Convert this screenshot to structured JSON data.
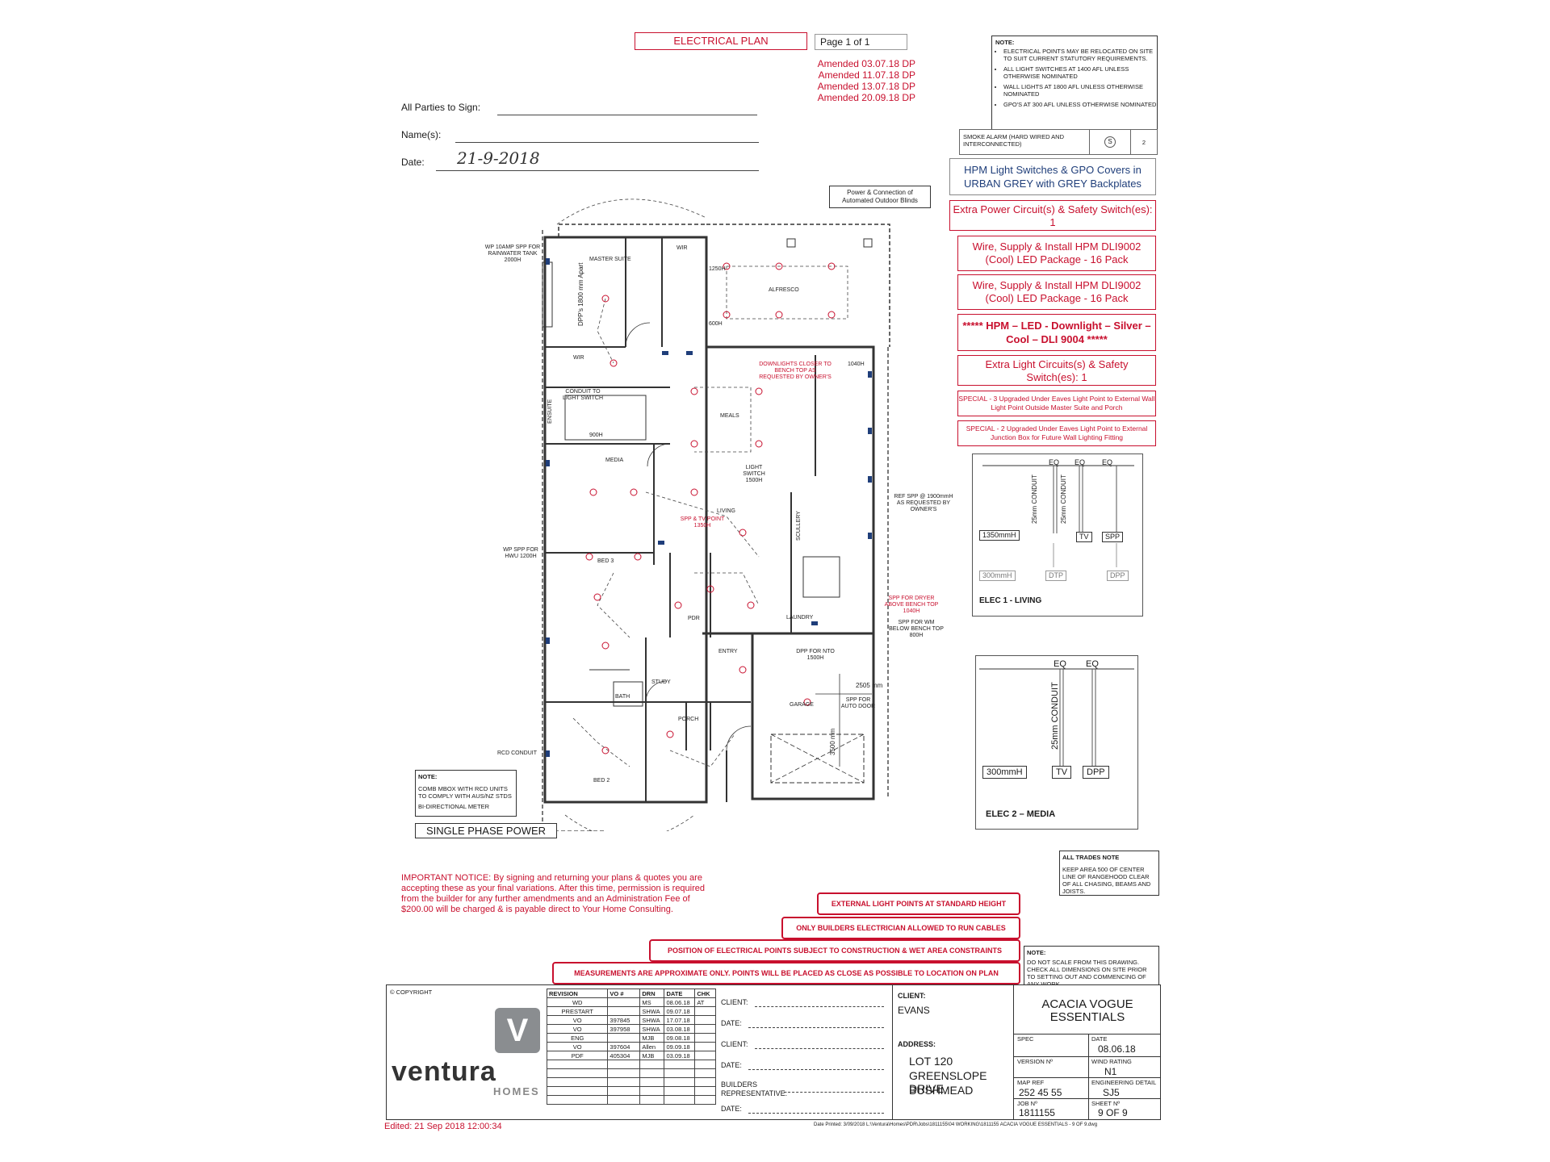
{
  "header": {
    "title": "ELECTRICAL PLAN",
    "page": "Page 1 of 1",
    "amendments": [
      "Amended 03.07.18 DP",
      "Amended 11.07.18 DP",
      "Amended 13.07.18 DP",
      "Amended 20.09.18 DP"
    ]
  },
  "sign": {
    "parties_label": "All Parties to Sign:",
    "names_label": "Name(s):",
    "date_label": "Date:",
    "date_value": "21-9-2018"
  },
  "top_note": {
    "heading": "NOTE:",
    "items": [
      "ELECTRICAL POINTS MAY BE RELOCATED ON SITE TO SUIT CURRENT STATUTORY REQUIREMENTS.",
      "ALL LIGHT SWITCHES AT 1400 AFL UNLESS OTHERWISE NOMINATED",
      "WALL LIGHTS AT 1800 AFL UNLESS OTHERWISE NOMINATED",
      "GPO'S AT 300 AFL UNLESS OTHERWISE NOMINATED"
    ],
    "smoke_alarm": "SMOKE ALARM (HARD WIRED AND INTERCONNECTED)",
    "smoke_symbol": "S",
    "smoke_count": "2"
  },
  "spec_boxes": [
    "HPM Light Switches & GPO Covers in URBAN GREY with GREY Backplates",
    "Extra Power Circuit(s) & Safety Switch(es): 1",
    "Wire, Supply & Install HPM DLI9002 (Cool) LED Package - 16 Pack",
    "Wire, Supply & Install HPM DLI9002 (Cool) LED Package - 16 Pack",
    "***** HPM – LED - Downlight – Silver – Cool – DLI 9004 *****",
    "Extra Light Circuits(s) & Safety Switch(es): 1",
    "SPECIAL - 3 Upgraded Under Eaves Light Point to External Wall Light Point Outside Master Suite and Porch",
    "SPECIAL - 2 Upgraded Under Eaves Light Point to External Junction Box for Future Wall Lighting Fitting"
  ],
  "elec1": {
    "eq": [
      "EQ",
      "EQ",
      "EQ"
    ],
    "conduit1": "25mm CONDUIT",
    "conduit2": "25mm CONDUIT",
    "h1": "1350mmH",
    "h2": "300mmH",
    "tv": "TV",
    "spp": "SPP",
    "dtp": "DTP",
    "dpp": "DPP",
    "title": "ELEC 1 - LIVING"
  },
  "elec2": {
    "eq": [
      "EQ",
      "EQ"
    ],
    "conduit": "25mm CONDUIT",
    "h": "300mmH",
    "tv": "TV",
    "dpp": "DPP",
    "title": "ELEC 2 – MEDIA"
  },
  "plan": {
    "rooms": {
      "master": "MASTER SUITE",
      "wir1": "WIR",
      "wir2": "WIR",
      "ensuite": "ENSUITE",
      "alfresco": "ALFRESCO",
      "meals": "MEALS",
      "media": "MEDIA",
      "living": "LIVING",
      "scullery": "SCULLERY",
      "bed3": "BED 3",
      "pdr": "PDR",
      "laundry": "LAUNDRY",
      "study": "STUDY",
      "entry": "ENTRY",
      "garage": "GARAGE",
      "bath": "BATH",
      "porch": "PORCH",
      "bed2": "BED 2"
    },
    "labels": {
      "blinds": "Power & Connection of Automated Outdoor Blinds",
      "wp10": "WP 10AMP SPP FOR RAINWATER TANK 2000H",
      "dpp": "DPP's 1800 mm Apart",
      "conduit_ls": "CONDUIT TO LIGHT SWITCH",
      "downlights": "DOWNLIGHTS CLOSER TO BENCH TOP AS REQUESTED BY OWNER'S",
      "ls1500": "LIGHT SWITCH 1500H",
      "spp_tv": "SPP & TV POINT 1350H",
      "ref_spp": "REF SPP @ 1900mmH AS REQUESTED BY OWNER'S",
      "wp_hwu": "WP SPP FOR HWU 1200H",
      "dryer": "SPP FOR DRYER ABOVE BENCH TOP 1040H",
      "wm": "SPP FOR WM BELOW BENCH TOP 800H",
      "dpp_nto": "DPP FOR NTO 1500H",
      "auto_door": "SPP FOR AUTO DOOR",
      "dim2505": "2505 mm",
      "dim3500": "3500 mm",
      "rcd": "RCD CONDUIT",
      "h1250": "1250H",
      "h600": "600H",
      "h1040": "1040H",
      "h900": "900H"
    }
  },
  "meter_note": {
    "heading": "NOTE:",
    "text": "COMB MBOX WITH RCD UNITS TO COMPLY WITH AUS/NZ STDS",
    "text2": "BI-DIRECTIONAL METER"
  },
  "single_phase": "SINGLE PHASE POWER",
  "trades_note": {
    "heading": "ALL TRADES NOTE",
    "text": "KEEP AREA 500 OF CENTER LINE OF RANGEHOOD CLEAR OF ALL CHASING, BEAMS AND JOISTS."
  },
  "important": "IMPORTANT NOTICE: By signing and returning your plans & quotes you are accepting these as your final variations. After this time, permission is required from the builder for any further amendments and an Administration Fee of $200.00 will be charged & is payable direct to Your Home Consulting.",
  "warnings": [
    "EXTERNAL LIGHT POINTS AT STANDARD HEIGHT",
    "ONLY BUILDERS ELECTRICIAN ALLOWED TO RUN CABLES",
    "POSITION OF ELECTRICAL POINTS SUBJECT TO CONSTRUCTION & WET AREA CONSTRAINTS",
    "MEASUREMENTS ARE APPROXIMATE ONLY. POINTS WILL BE PLACED AS CLOSE AS POSSIBLE TO LOCATION ON PLAN"
  ],
  "scale_note": {
    "heading": "NOTE:",
    "text": "DO NOT SCALE FROM THIS DRAWING. CHECK ALL DIMENSIONS ON SITE PRIOR TO SETTING OUT AND COMMENCING OF ANY WORK."
  },
  "title_block": {
    "copyright": "© COPYRIGHT",
    "logo_word": "ventura",
    "logo_sub": "HOMES",
    "revision_headers": [
      "REVISION",
      "VO #",
      "DRN",
      "DATE",
      "CHK"
    ],
    "revisions": [
      [
        "WD",
        "",
        "MS",
        "08.06.18",
        "AT"
      ],
      [
        "PRESTART",
        "",
        "SHWA",
        "09.07.18",
        ""
      ],
      [
        "VO",
        "397845",
        "SHWA",
        "17.07.18",
        ""
      ],
      [
        "VO",
        "397958",
        "SHWA",
        "03.08.18",
        ""
      ],
      [
        "ENG",
        "",
        "MJB",
        "09.08.18",
        ""
      ],
      [
        "VO",
        "397604",
        "Allen",
        "09.09.18",
        ""
      ],
      [
        "PDF",
        "405304",
        "MJB",
        "03.09.18",
        ""
      ],
      [
        "",
        "",
        "",
        "",
        ""
      ],
      [
        "",
        "",
        "",
        "",
        ""
      ],
      [
        "",
        "",
        "",
        "",
        ""
      ],
      [
        "",
        "",
        "",
        "",
        ""
      ]
    ],
    "client_label": "CLIENT:",
    "date_label": "DATE:",
    "builders_rep": "BUILDERS REPRESENTATIVE:",
    "client_name_label": "CLIENT:",
    "client_name": "EVANS",
    "address_label": "ADDRESS:",
    "address": [
      "LOT 120",
      "GREENSLOPE DRIVE",
      "BUSHMEAD"
    ],
    "design": "ACACIA VOGUE ESSENTIALS",
    "spec_label": "SPEC",
    "date_field_label": "DATE",
    "date_value": "08.06.18",
    "version_label": "VERSION Nº",
    "wind_label": "WIND RATING",
    "wind_value": "N1",
    "map_label": "MAP REF",
    "map_value": "252 45 55",
    "eng_label": "ENGINEERING DETAIL",
    "eng_value": "SJ5",
    "job_label": "JOB Nº",
    "job_value": "1811155",
    "sheet_label": "SHEET Nº",
    "sheet_value": "9 OF 9",
    "footer_path": "Date Printed: 3/09/2018        L:\\Ventura\\Homes\\PDR\\Jobs\\1811155\\04 WORKING\\1811155 ACACIA VOGUE ESSENTIALS - 9 OF 9.dwg",
    "edited": "Edited: 21 Sep 2018 12:00:34"
  }
}
